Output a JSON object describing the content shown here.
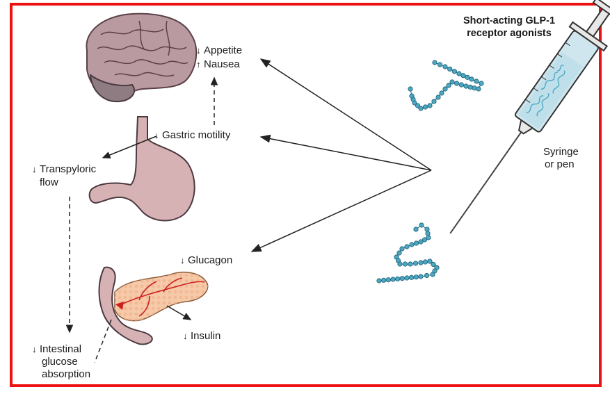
{
  "title": {
    "line1": "Short-acting GLP-1",
    "line2": "receptor agonists"
  },
  "effects": {
    "appetite": {
      "arrow": "↓",
      "text": "Appetite"
    },
    "nausea": {
      "arrow": "↑",
      "text": "Nausea"
    },
    "gastric_motility": {
      "arrow": "↓",
      "text": "Gastric motility"
    },
    "transpyloric_line1": {
      "arrow": "↓",
      "text": "Transpyloric"
    },
    "transpyloric_line2": "flow",
    "glucagon": {
      "arrow": "↓",
      "text": "Glucagon"
    },
    "insulin": {
      "arrow": "↓",
      "text": "Insulin"
    },
    "intestinal_line1": {
      "arrow": "↓",
      "text": "Intestinal"
    },
    "intestinal_line2": "glucose",
    "intestinal_line3": "absorption"
  },
  "device": {
    "line1": "Syringe",
    "line2": "or pen"
  },
  "colors": {
    "frame": "#ee1111",
    "brain": "#b99aa0",
    "organ": "#d7b2b5",
    "pancreas": "#f6c9a8",
    "vessel": "#cc1f1f",
    "peptide": "#4da7c2",
    "syringe_fluid": "#cfe6ee"
  }
}
